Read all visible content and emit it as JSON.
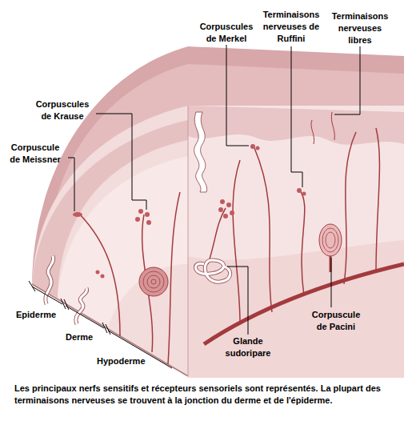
{
  "diagram": {
    "caption": "Les principaux nerfs sensitifs et récepteurs sensoriels sont représentés. La plupart des terminaisons nerveuses se trouvent à la jonction du derme et de l'épiderme.",
    "labels": [
      "Corpuscules de Merkel",
      "Terminaisons nerveuses de Ruffini",
      "Terminaisons nerveuses libres",
      "Corpuscules de Krause",
      "Corpuscule de Meissner",
      "Epiderme",
      "Derme",
      "Hypoderme",
      "Glande sudoripare",
      "Corpuscule de Pacini"
    ]
  }
}
